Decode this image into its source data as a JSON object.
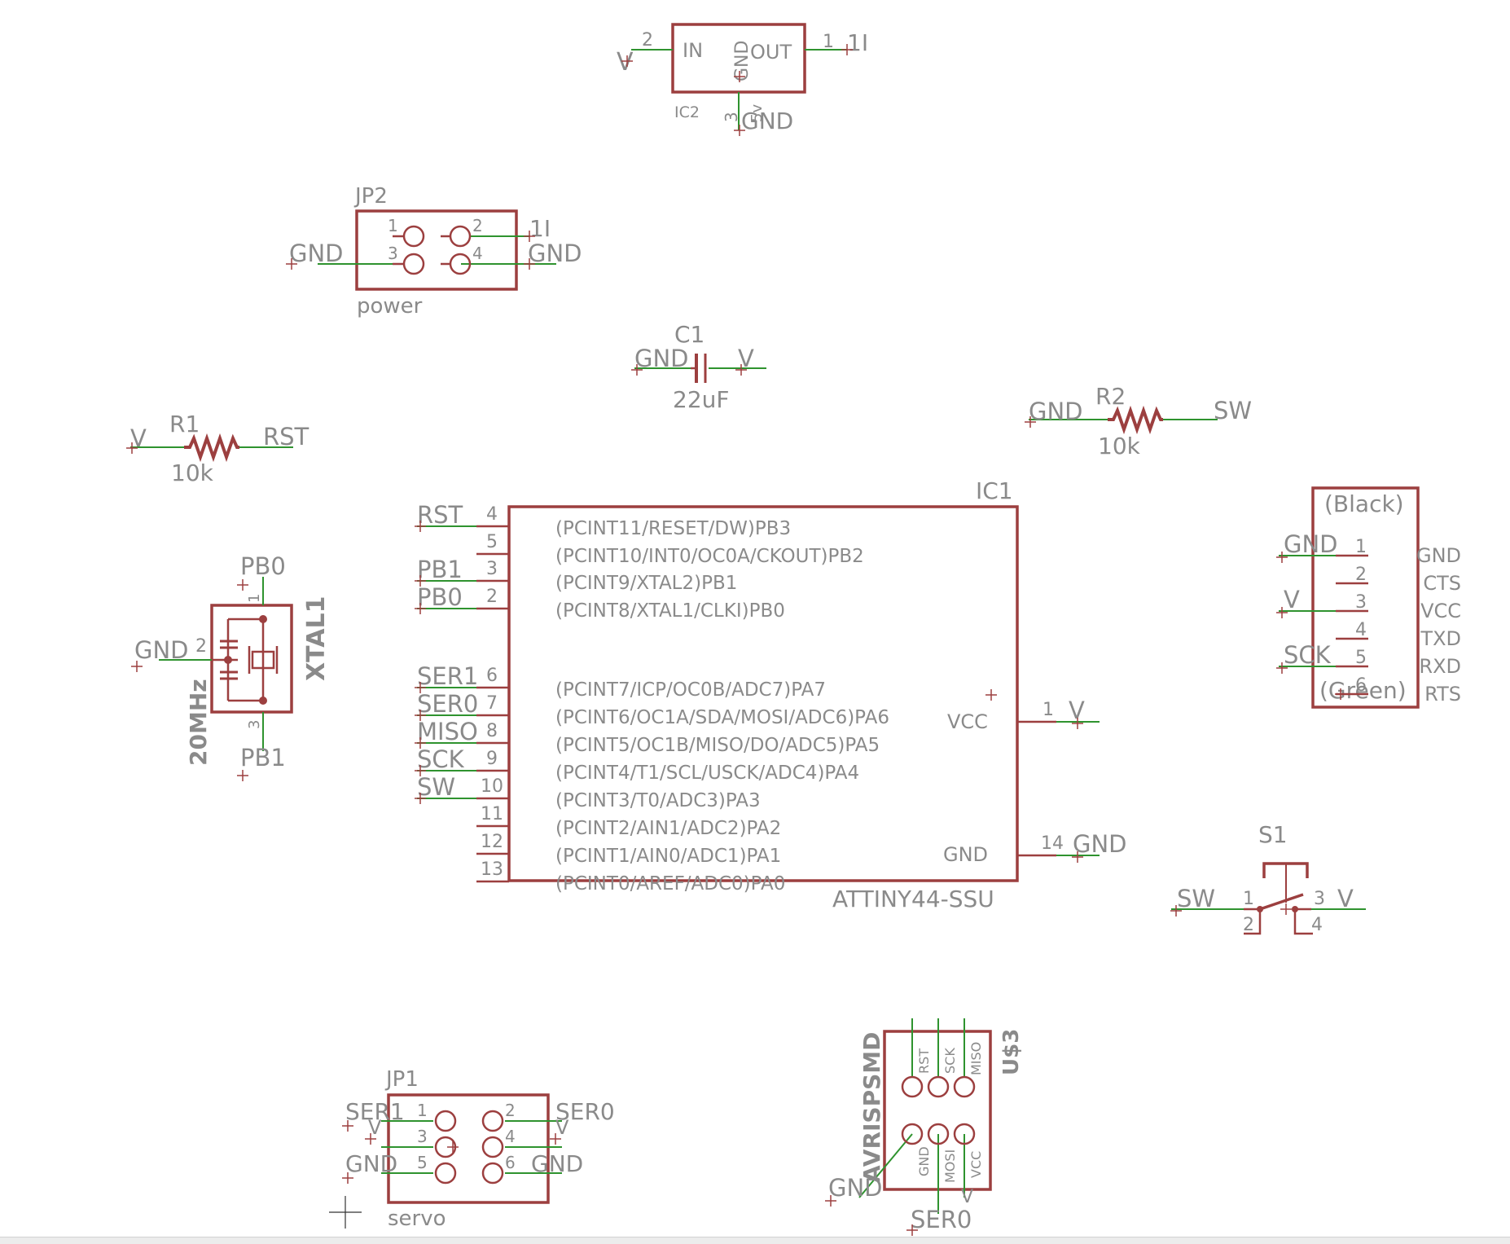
{
  "colors": {
    "part_outline": "#9c3f3f",
    "net_wire": "#2f932f",
    "label_text": "#8a8a8a",
    "origin_marker": "#9c3f3f",
    "background": "#ffffff"
  },
  "parts": {
    "ic2": {
      "name": "IC2",
      "pins": {
        "in": "IN",
        "out": "OUT",
        "gnd": "GND"
      },
      "pin_numbers": {
        "in": "2",
        "out": "1",
        "gnd": "3"
      },
      "value_hint": "5v",
      "nets": {
        "in": "V",
        "out": "1I",
        "gnd": "GND"
      }
    },
    "jp2": {
      "name": "JP2",
      "value": "power",
      "pin_numbers": [
        "1",
        "2",
        "3",
        "4"
      ],
      "nets": {
        "left": "GND",
        "top_right": "1I",
        "right": "GND"
      }
    },
    "c1": {
      "name": "C1",
      "value": "22uF",
      "nets": {
        "left": "GND",
        "right": "V"
      }
    },
    "r1": {
      "name": "R1",
      "value": "10k",
      "nets": {
        "left": "V",
        "right": "RST"
      }
    },
    "r2": {
      "name": "R2",
      "value": "10k",
      "nets": {
        "left": "GND",
        "right": "SW"
      }
    },
    "xtal1": {
      "name": "XTAL1",
      "value": "20MHz",
      "pin_numbers": {
        "top": "1",
        "mid": "2",
        "bottom": "3"
      },
      "nets": {
        "top": "PB0",
        "mid": "GND",
        "bottom": "PB1"
      }
    },
    "ic1": {
      "name": "IC1",
      "value": "ATTINY44-SSU",
      "left_pins": [
        {
          "num": "4",
          "net": "RST",
          "label": "(PCINT11/RESET/DW)PB3"
        },
        {
          "num": "5",
          "net": "",
          "label": "(PCINT10/INT0/OC0A/CKOUT)PB2"
        },
        {
          "num": "3",
          "net": "PB1",
          "label": "(PCINT9/XTAL2)PB1"
        },
        {
          "num": "2",
          "net": "PB0",
          "label": "(PCINT8/XTAL1/CLKI)PB0"
        },
        {
          "num": "6",
          "net": "SER1",
          "label": "(PCINT7/ICP/OC0B/ADC7)PA7"
        },
        {
          "num": "7",
          "net": "SER0",
          "label": "(PCINT6/OC1A/SDA/MOSI/ADC6)PA6"
        },
        {
          "num": "8",
          "net": "MISO",
          "label": "(PCINT5/OC1B/MISO/DO/ADC5)PA5"
        },
        {
          "num": "9",
          "net": "SCK",
          "label": "(PCINT4/T1/SCL/USCK/ADC4)PA4"
        },
        {
          "num": "10",
          "net": "SW",
          "label": "(PCINT3/T0/ADC3)PA3"
        },
        {
          "num": "11",
          "net": "",
          "label": "(PCINT2/AIN1/ADC2)PA2"
        },
        {
          "num": "12",
          "net": "",
          "label": "(PCINT1/AIN0/ADC1)PA1"
        },
        {
          "num": "13",
          "net": "",
          "label": "(PCINT0/AREF/ADC0)PA0"
        }
      ],
      "right_pins": [
        {
          "num": "1",
          "net": "V",
          "label": "VCC"
        },
        {
          "num": "14",
          "net": "GND",
          "label": "GND"
        }
      ]
    },
    "ftdi": {
      "top_label": "(Black)",
      "bottom_label": "(Green)",
      "pins": [
        {
          "num": "1",
          "label": "GND",
          "net": "GND"
        },
        {
          "num": "2",
          "label": "CTS",
          "net": ""
        },
        {
          "num": "3",
          "label": "VCC",
          "net": "V"
        },
        {
          "num": "4",
          "label": "TXD",
          "net": ""
        },
        {
          "num": "5",
          "label": "RXD",
          "net": "SCK"
        },
        {
          "num": "6",
          "label": "RTS",
          "net": ""
        }
      ]
    },
    "s1": {
      "name": "S1",
      "pin_numbers": {
        "p1": "1",
        "p2": "2",
        "p3": "3",
        "p4": "4"
      },
      "nets": {
        "left": "SW",
        "right": "V"
      }
    },
    "us3": {
      "name": "U$3",
      "value": "AVRISPSMD",
      "top_pins": [
        "RST",
        "SCK",
        "MISO"
      ],
      "bottom_pins": [
        "GND",
        "MOSI",
        "VCC"
      ],
      "nets": {
        "gnd": "GND",
        "mosi": "SER0",
        "vcc": "V"
      }
    },
    "jp1": {
      "name": "JP1",
      "value": "servo",
      "pin_numbers": [
        "1",
        "2",
        "3",
        "4",
        "5",
        "6"
      ],
      "nets": {
        "l1": "SER1",
        "l2": "V",
        "l3": "GND",
        "r1": "SER0",
        "r2": "V",
        "r3": "GND"
      }
    }
  }
}
